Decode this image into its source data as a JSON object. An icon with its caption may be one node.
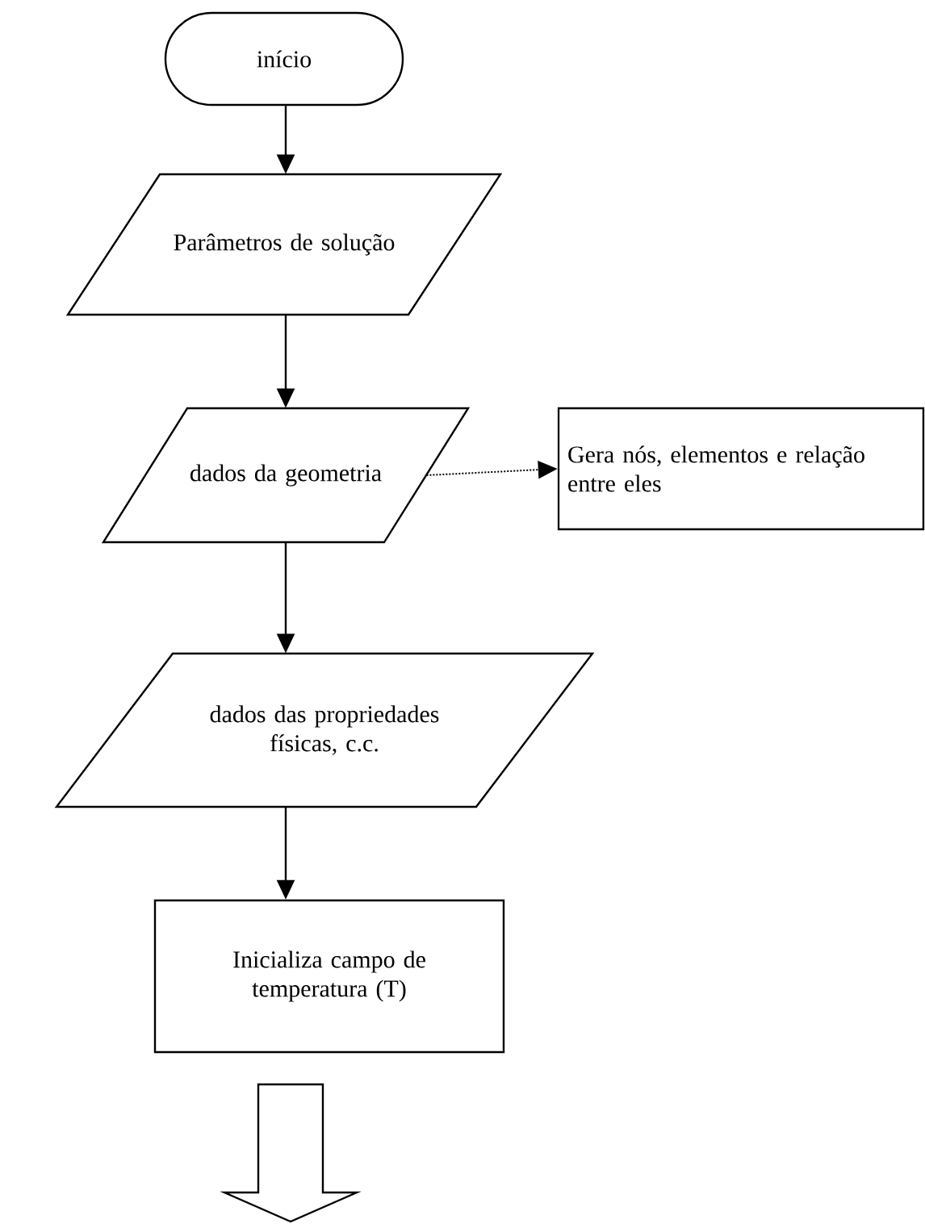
{
  "diagram": {
    "nodes": [
      {
        "text": [
          "início"
        ]
      },
      {
        "text": [
          "Parâmetros de solução"
        ]
      },
      {
        "text": [
          "dados da geometria"
        ]
      },
      {
        "text": [
          "Gera nós, elementos e relação entre eles"
        ]
      },
      {
        "text": [
          "dados das propriedades físicas, c.c."
        ]
      },
      {
        "text": [
          "Inicializa campo de temperatura (T)"
        ]
      }
    ],
    "edges": [
      {
        "from": 0,
        "to": 1,
        "arrow": "to"
      },
      {
        "from": 1,
        "to": 2,
        "arrow": "to"
      },
      {
        "from": 2,
        "to": 3,
        "arrow": "to",
        "style": "dashed"
      },
      {
        "from": 2,
        "to": 4,
        "arrow": "to"
      },
      {
        "from": 4,
        "to": 5,
        "arrow": "to"
      },
      {
        "from": 5,
        "to": null,
        "arrow": "to",
        "style": "thick"
      }
    ]
  }
}
